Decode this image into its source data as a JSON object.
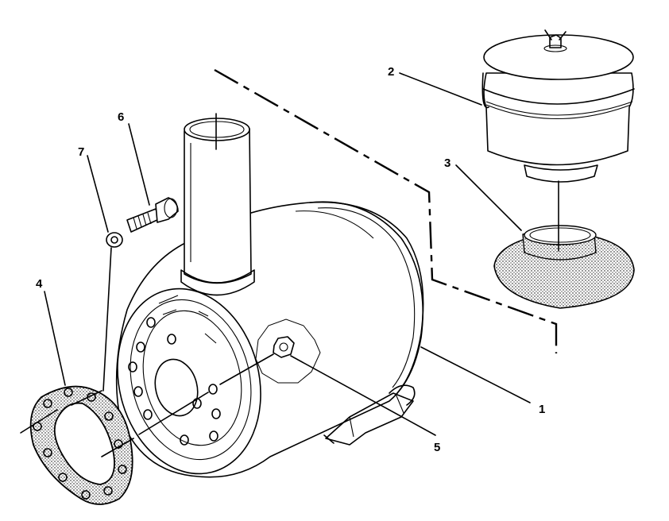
{
  "callouts": [
    {
      "id": "1",
      "text": "1"
    },
    {
      "id": "2",
      "text": "2"
    },
    {
      "id": "3",
      "text": "3"
    },
    {
      "id": "4",
      "text": "4"
    },
    {
      "id": "5",
      "text": "5"
    },
    {
      "id": "6",
      "text": "6"
    },
    {
      "id": "7",
      "text": "7"
    }
  ],
  "parts": {
    "muffler_body": "muffler-body",
    "precleaner_cap": "precleaner-cap",
    "screen": "screen-filter",
    "gasket": "gasket",
    "nut": "nut",
    "bolt": "bolt",
    "washer": "washer"
  }
}
